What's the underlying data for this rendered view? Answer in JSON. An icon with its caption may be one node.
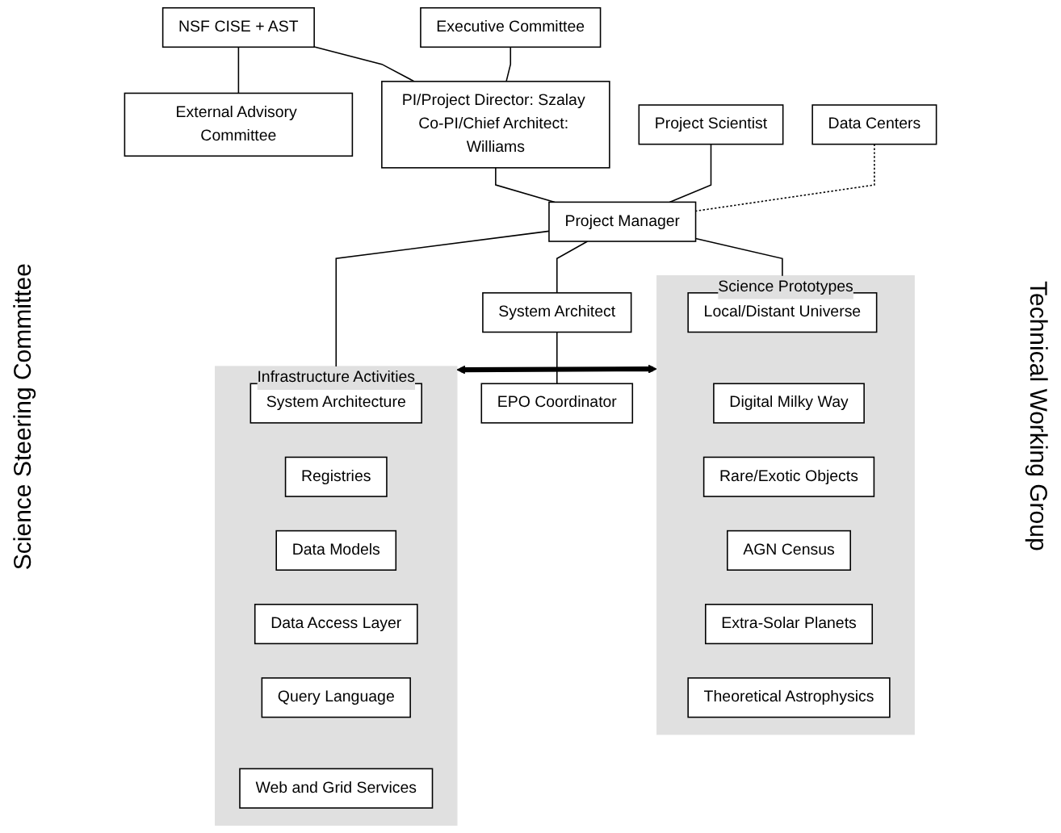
{
  "diagram": {
    "nodes": [
      {
        "text": [
          "NSF CISE + AST"
        ]
      },
      {
        "text": [
          "External Advisory Committee"
        ]
      },
      {
        "text": [
          "Executive Committee"
        ]
      },
      {
        "text": [
          "PI/Project Director: Szalay Co-PI/Chief Architect: Williams"
        ]
      },
      {
        "text": [
          "Data Centers"
        ]
      },
      {
        "text": [
          "Project Scientist"
        ]
      },
      {
        "text": [
          "Project Manager"
        ]
      },
      {
        "text": [
          "System Architect"
        ]
      },
      {
        "text": [
          "EPO Coordinator"
        ]
      },
      {
        "text": [
          "Science Prototypes"
        ]
      },
      {
        "text": [
          "Local/Distant Universe"
        ],
        "in": 9
      },
      {
        "text": [
          "Digital Milky Way"
        ],
        "in": 9
      },
      {
        "text": [
          "Rare/Exotic Objects"
        ],
        "in": 9
      },
      {
        "text": [
          "AGN Census"
        ],
        "in": 9
      },
      {
        "text": [
          "Extra-Solar Planets"
        ],
        "in": 9
      },
      {
        "text": [
          "Theoretical Astrophysics"
        ],
        "in": 9
      },
      {
        "text": [
          "Infrastructure Activities"
        ]
      },
      {
        "text": [
          "System Architecture"
        ],
        "in": 16
      },
      {
        "text": [
          "Registries"
        ],
        "in": 16
      },
      {
        "text": [
          "Data Models"
        ],
        "in": 16
      },
      {
        "text": [
          "Data Access Layer"
        ],
        "in": 16
      },
      {
        "text": [
          "Query Language"
        ],
        "in": 16
      },
      {
        "text": [
          "Web and Grid Services"
        ],
        "in": 16
      }
    ],
    "edges": [
      {
        "from": 0,
        "to": 3,
        "arrow": "none"
      },
      {
        "from": 0,
        "to": 1,
        "arrow": "none"
      },
      {
        "from": 2,
        "to": 3,
        "arrow": "none"
      },
      {
        "from": 3,
        "to": 6,
        "arrow": "none"
      },
      {
        "from": 5,
        "to": 6,
        "arrow": "none"
      },
      {
        "from": 6,
        "to": 7,
        "arrow": "none"
      },
      {
        "from": 7,
        "to": 8,
        "arrow": "none"
      },
      {
        "from": 4,
        "to": 6,
        "arrow": "none",
        "style": "dashed"
      },
      {
        "from": 6,
        "to": 10,
        "arrow": "none"
      },
      {
        "from": 6,
        "to": 17,
        "arrow": "none"
      },
      {
        "from": 9,
        "to": 16,
        "arrow": "both",
        "style": "thick"
      }
    ],
    "labels": [
      "Science Steering Committee",
      "Technical Working Group"
    ]
  }
}
